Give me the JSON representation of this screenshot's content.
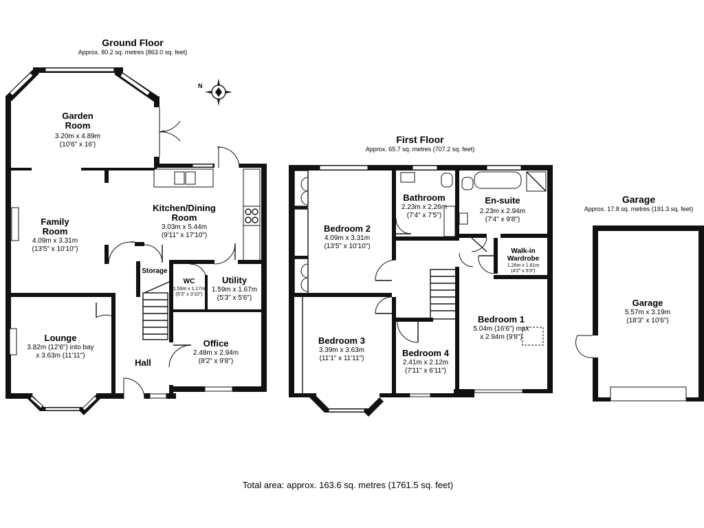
{
  "ground_floor": {
    "title": "Ground Floor",
    "area": "Approx. 80.2 sq. metres (863.0 sq. feet)",
    "rooms": {
      "garden_room": {
        "name_1": "Garden",
        "name_2": "Room",
        "dim_1": "3.20m x 4.89m",
        "dim_2": "(10'6\" x 16')"
      },
      "family_room": {
        "name_1": "Family",
        "name_2": "Room",
        "dim_1": "4.09m x 3.31m",
        "dim_2": "(13'5\" x 10'10\")"
      },
      "kitchen": {
        "name_1": "Kitchen/Dining",
        "name_2": "Room",
        "dim_1": "3.03m x 5.44m",
        "dim_2": "(9'11\" x 17'10\")"
      },
      "storage": {
        "name": "Storage"
      },
      "wc": {
        "name": "WC",
        "dim_1": "1.59m x 1.17m",
        "dim_2": "(5'3\" x 3'10\")"
      },
      "utility": {
        "name": "Utility",
        "dim_1": "1.59m x 1.67m",
        "dim_2": "(5'3\" x 5'6\")"
      },
      "lounge": {
        "name": "Lounge",
        "dim_1": "3.82m (12'6\") into bay",
        "dim_2": "x 3.63m (11'11\")"
      },
      "hall": {
        "name": "Hall"
      },
      "office": {
        "name": "Office",
        "dim_1": "2.48m x 2.94m",
        "dim_2": "(8'2\" x 9'8\")"
      }
    },
    "compass_label": "N"
  },
  "first_floor": {
    "title": "First Floor",
    "area": "Approx. 65.7 sq. metres (707.2 sq. feet)",
    "rooms": {
      "bedroom_2": {
        "name": "Bedroom 2",
        "dim_1": "4.09m x 3.31m",
        "dim_2": "(13'5\" x 10'10\")"
      },
      "bathroom": {
        "name": "Bathroom",
        "dim_1": "2.23m x 2.26m",
        "dim_2": "(7'4\" x 7'5\")"
      },
      "en_suite": {
        "name": "En-suite",
        "dim_1": "2.23m x 2.94m",
        "dim_2": "(7'4\" x 9'8\")"
      },
      "walk_in": {
        "name_1": "Walk-in",
        "name_2": "Wardrobe",
        "dim_1": "1.26m x 1.61m",
        "dim_2": "(4'2\" x 5'3\")"
      },
      "bedroom_3": {
        "name": "Bedroom 3",
        "dim_1": "3.39m x 3.63m",
        "dim_2": "(11'1\" x 11'11\")"
      },
      "bedroom_4": {
        "name": "Bedroom 4",
        "dim_1": "2.41m x 2.12m",
        "dim_2": "(7'11\" x 6'11\")"
      },
      "bedroom_1": {
        "name": "Bedroom 1",
        "dim_1": "5.04m (16'6\") max",
        "dim_2": "x 2.94m (9'8\")"
      }
    }
  },
  "garage": {
    "title": "Garage",
    "area": "Approx. 17.8 sq. metres (191.3 sq. feet)",
    "room": {
      "name": "Garage",
      "dim_1": "5.57m x 3.19m",
      "dim_2": "(18'3\" x 10'6\")"
    }
  },
  "total_area": "Total area: approx. 163.6 sq. metres (1761.5 sq. feet)"
}
